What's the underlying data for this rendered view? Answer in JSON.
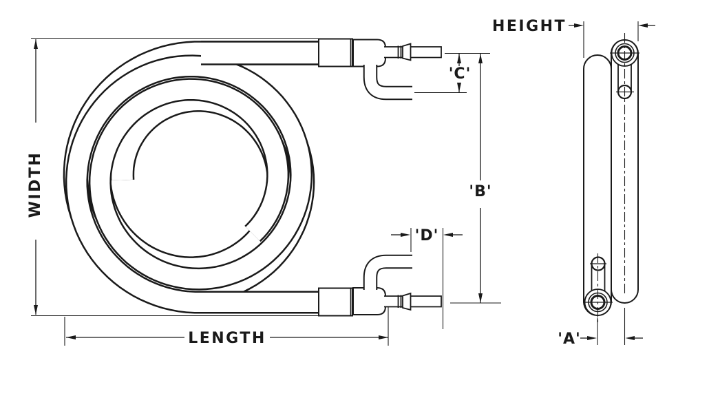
{
  "drawing": {
    "background": "#ffffff",
    "ink": "#1a1a1a",
    "front_view": {
      "dimensions": {
        "width": {
          "label": "WIDTH"
        },
        "length": {
          "label": "LENGTH"
        },
        "b": {
          "label": "'B'"
        },
        "c": {
          "label": "'C'"
        },
        "d": {
          "label": "'D'"
        }
      }
    },
    "side_view": {
      "dimensions": {
        "height": {
          "label": "HEIGHT"
        },
        "a": {
          "label": "'A'"
        }
      }
    }
  }
}
